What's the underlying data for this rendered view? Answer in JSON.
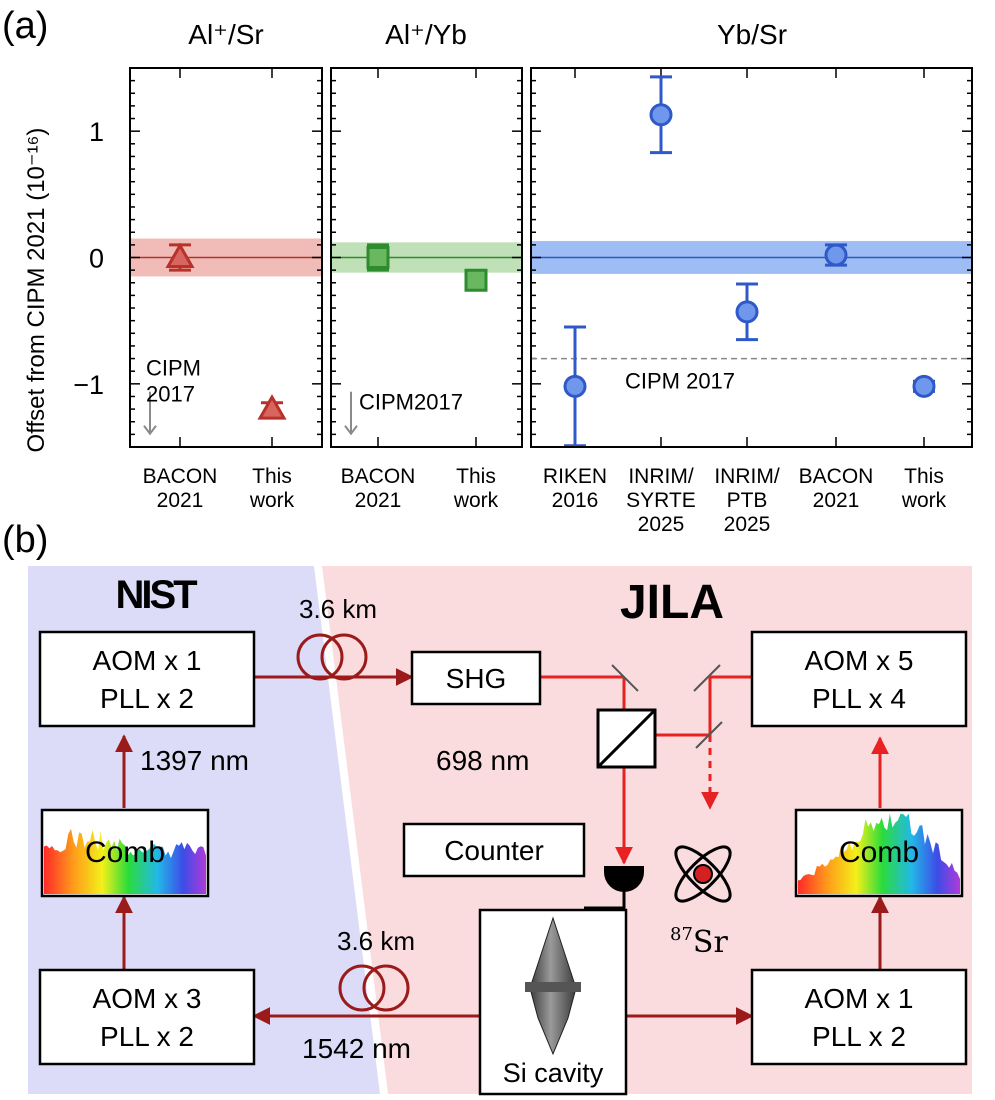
{
  "panel_a_label": "(a)",
  "panel_b_label": "(b)",
  "colors": {
    "alsr": "#b8322c",
    "alsr_fill": "#d9655f",
    "alsr_band": "#eeb0aa",
    "alyb": "#2e8b2e",
    "alyb_fill": "#69b85f",
    "alyb_band": "#b5dcab",
    "ybsr": "#2f58c8",
    "ybsr_fill": "#6f98ec",
    "ybsr_band": "#8cb1f2",
    "cipm_gray": "#8a8a8a",
    "nist_bg": "#dcdcf8",
    "jila_bg": "#fadcdf",
    "fiber_1397": "#9b1b1b",
    "laser_698": "#e82222"
  },
  "chart_data": {
    "type": "scatter",
    "ylabel": "Offset from CIPM 2021 (10⁻¹⁶)",
    "ylim": [
      -1.5,
      1.5
    ],
    "yticks": [
      -1,
      0,
      1
    ],
    "grid": false,
    "subplots": [
      {
        "title": "Al⁺/Sr",
        "marker": "triangle",
        "categories": [
          "BACON\n2021",
          "This\nwork"
        ],
        "points": [
          {
            "y": 0.0,
            "err": 0.1
          },
          {
            "y": -1.2,
            "err": 0.05
          }
        ],
        "band": [
          -0.15,
          0.15
        ],
        "annotations": [
          {
            "text": "CIPM\n2017",
            "value": -1.3,
            "arrow": "down"
          }
        ]
      },
      {
        "title": "Al⁺/Yb",
        "marker": "square",
        "categories": [
          "BACON\n2021",
          "This\nwork"
        ],
        "points": [
          {
            "y": 0.0,
            "err": 0.1
          },
          {
            "y": -0.18,
            "err": 0.07
          }
        ],
        "band": [
          -0.12,
          0.12
        ],
        "annotations": [
          {
            "text": "CIPM2017",
            "value": -1.3,
            "arrow": "down"
          }
        ]
      },
      {
        "title": "Yb/Sr",
        "marker": "circle",
        "categories": [
          "RIKEN\n2016",
          "INRIM/\nSYRTE\n2025",
          "INRIM/\nPTB\n2025",
          "BACON\n2021",
          "This\nwork"
        ],
        "points": [
          {
            "y": -1.02,
            "err": 0.47
          },
          {
            "y": 1.13,
            "err": 0.3
          },
          {
            "y": -0.43,
            "err": 0.22
          },
          {
            "y": 0.02,
            "err": 0.08
          },
          {
            "y": -1.02,
            "err": 0.04
          }
        ],
        "band": [
          -0.13,
          0.13
        ],
        "reference_line": {
          "value": -0.8,
          "label": "CIPM 2017"
        }
      }
    ]
  },
  "diagram": {
    "nist_logo": "NIST",
    "jila_logo": "JILA",
    "aom1_line1": "AOM x 1",
    "aom1_line2": "PLL x 2",
    "aom3_line1": "AOM x 3",
    "aom3_line2": "PLL x 2",
    "aom5_line1": "AOM x 5",
    "aom5_line2": "PLL x 4",
    "aom1r_line1": "AOM x 1",
    "aom1r_line2": "PLL x 2",
    "shg": "SHG",
    "counter": "Counter",
    "comb_left": "Comb",
    "comb_right": "Comb",
    "si_cavity": "Si cavity",
    "fiber_top_length": "3.6 km",
    "fiber_bottom_length": "3.6 km",
    "wl_1397": "1397 nm",
    "wl_698": "698 nm",
    "wl_1542": "1542 nm",
    "sr_mass": "87",
    "sr_symbol": "Sr"
  }
}
